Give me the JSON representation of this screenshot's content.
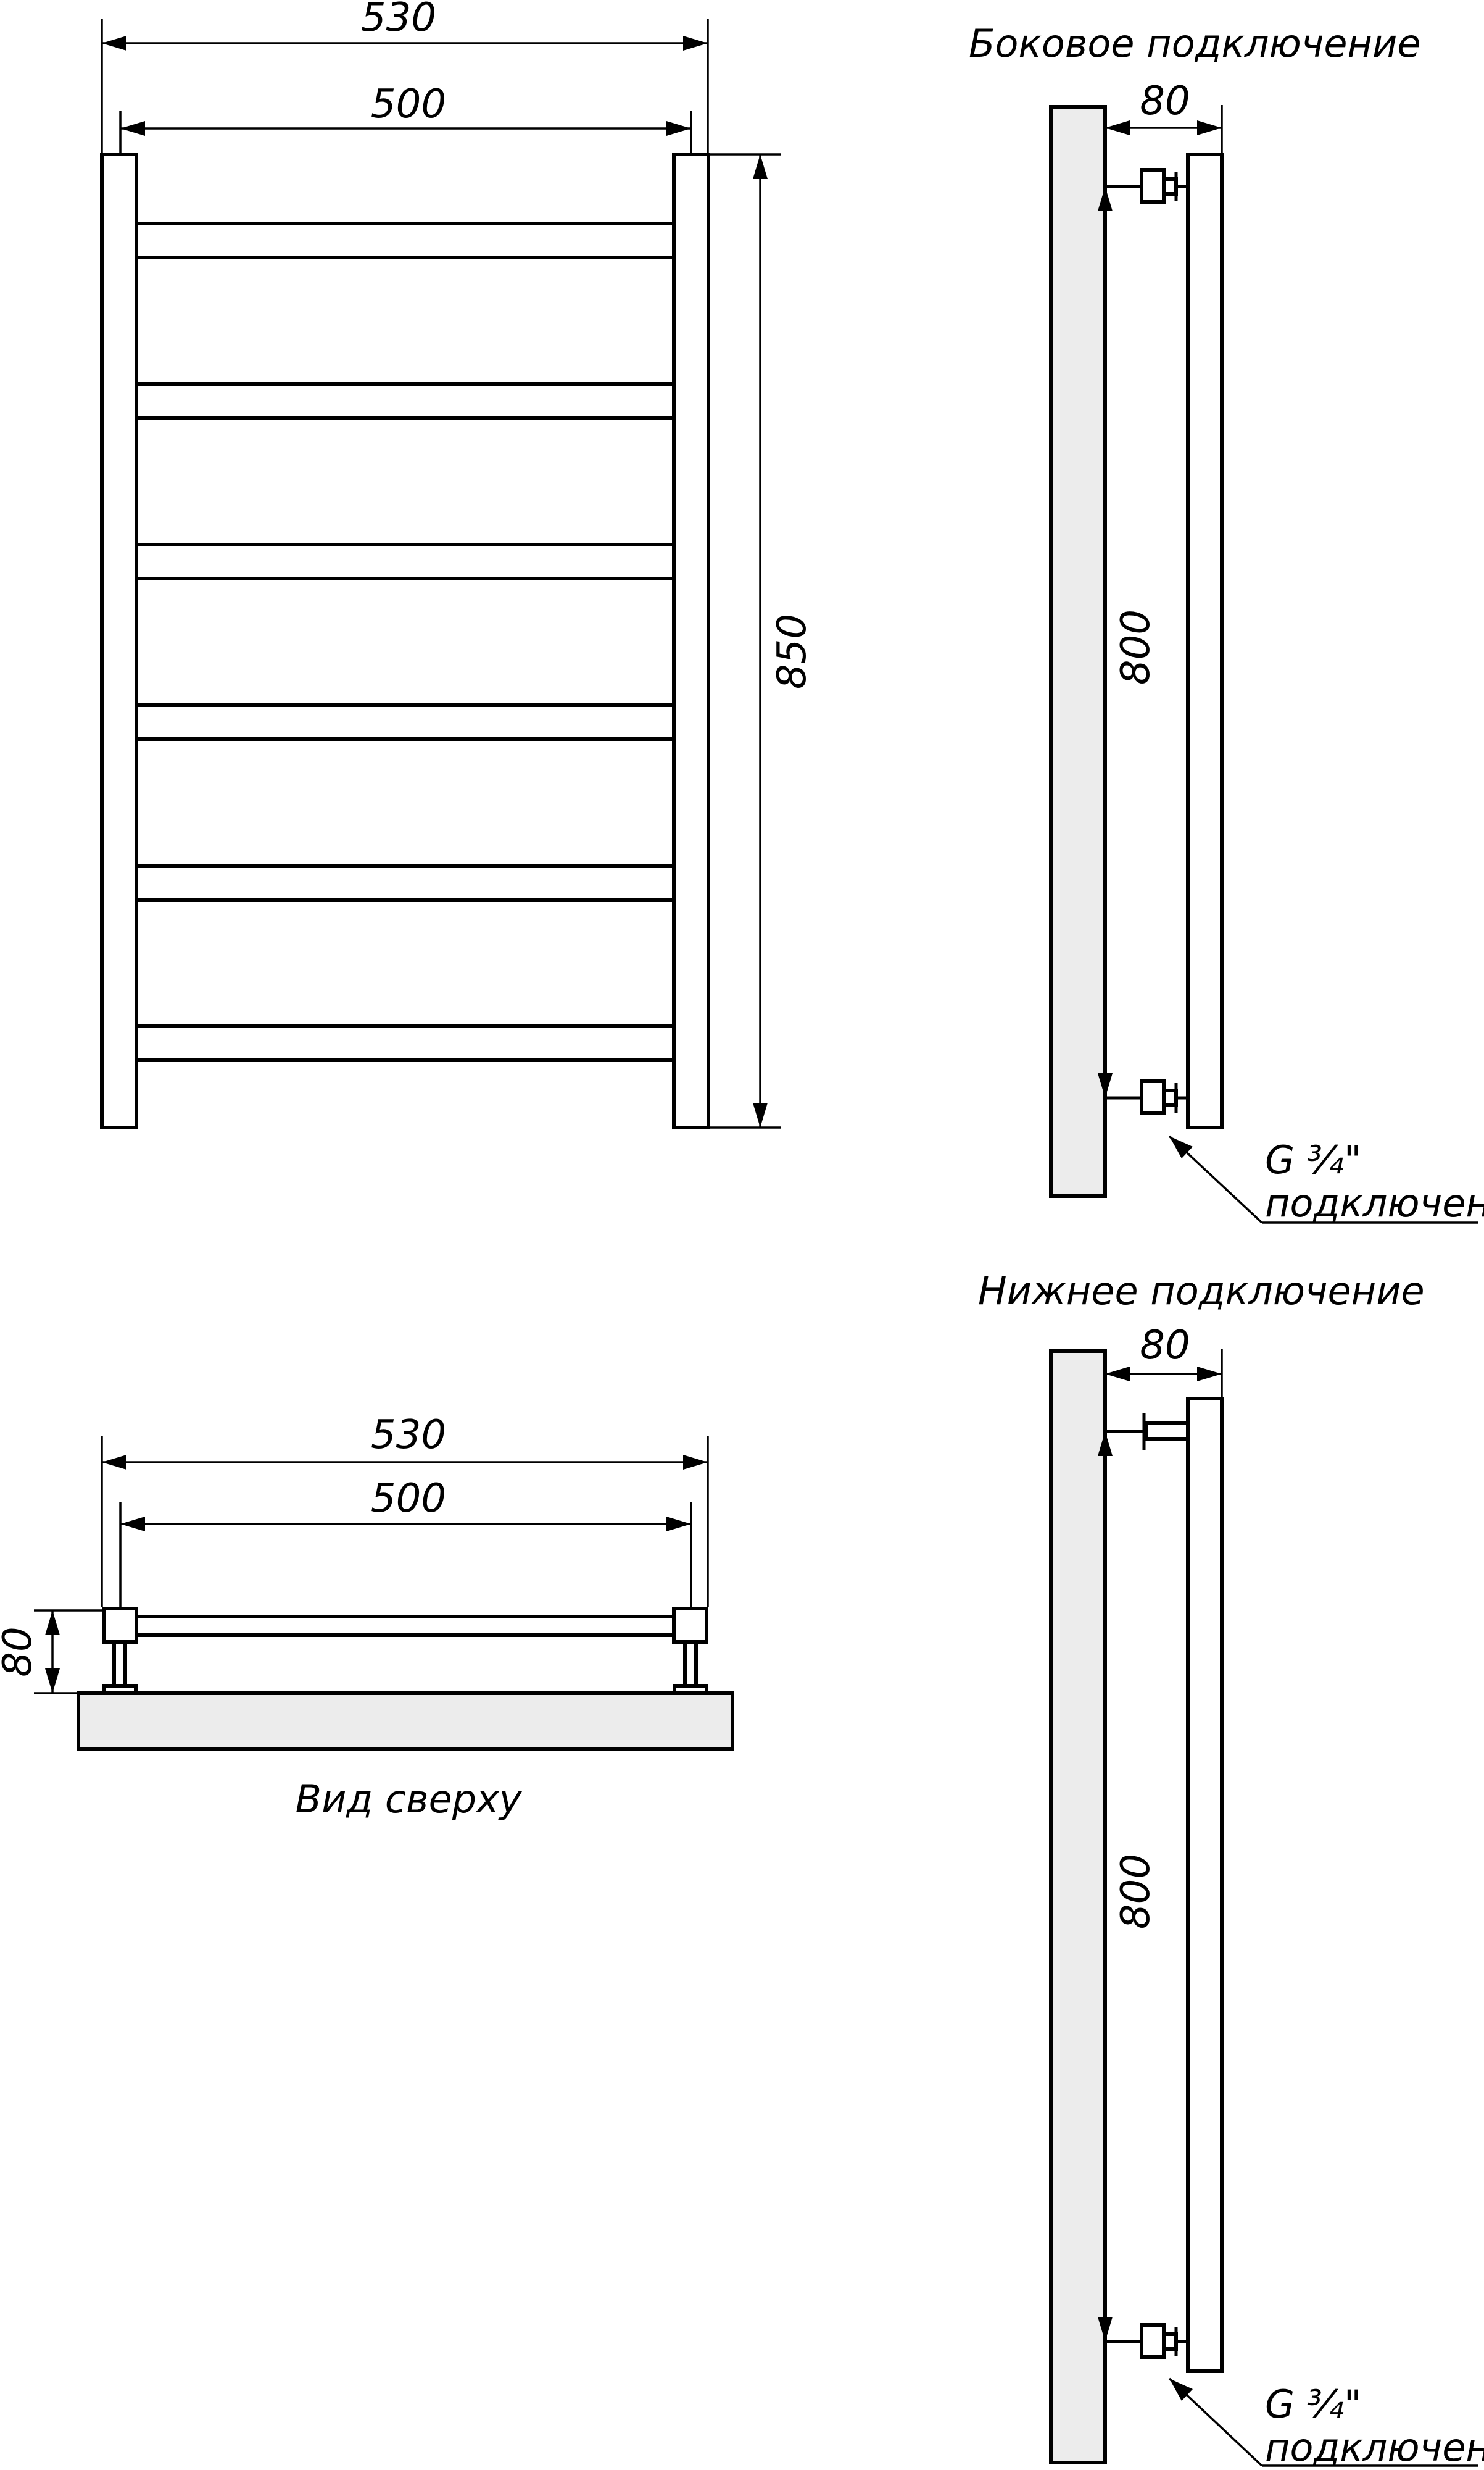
{
  "front_view": {
    "overall_width": "530",
    "rail_width": "500",
    "height": "850",
    "crossbar_count": 6
  },
  "side_connection": {
    "title": "Боковое подключение",
    "offset": "80",
    "center_distance": "800",
    "fitting_label_line1": "G ¾\"",
    "fitting_label_line2": "подключение"
  },
  "top_view": {
    "caption": "Вид сверху",
    "overall_width": "530",
    "rail_width": "500",
    "depth": "80"
  },
  "bottom_connection": {
    "title": "Нижнее подключение",
    "offset": "80",
    "center_distance": "800",
    "fitting_label_line1": "G ¾\"",
    "fitting_label_line2": "подключение"
  }
}
